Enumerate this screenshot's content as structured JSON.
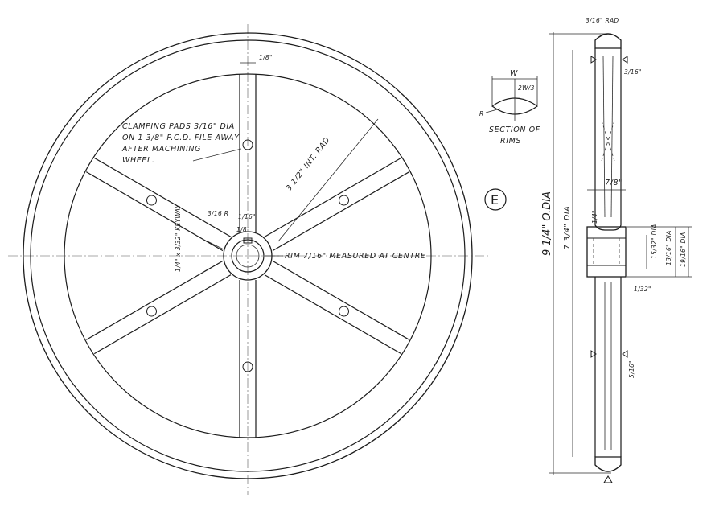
{
  "drawing": {
    "clamping_note": [
      "CLAMPING PADS 3/16\" DIA",
      "ON 1 3/8\" P.C.D. FILE AWAY",
      "AFTER MACHINING",
      "WHEEL."
    ],
    "rim_note": "RIM 7/16\" MEASURED AT CENTRE",
    "int_rad": "3 1/2\" INT. RAD",
    "spoke_top_dim": "1/8\"",
    "spoke_root_rad": "3/16 R",
    "hub_rad_small": "1/16\"",
    "hub_dim_small": "1/8\"",
    "keyway_note": "1/4\" x 3/32\" KEYWAY",
    "section_label_w": "W",
    "section_label_2w3": "2W/3",
    "section_label_r": "R",
    "section_caption": [
      "SECTION OF",
      "RIMS"
    ],
    "view_letter": "E",
    "od_label": "9 1/4\" O.DIA",
    "inner_dia_label": "7 3/4\" DIA",
    "top_rad": "3/16\" RAD",
    "right_top_dim": "3/16\"",
    "rim_width_label": "7/8\"",
    "hub_dim_left": "1/4\"",
    "hub_dia_1": "15/32\" DIA",
    "hub_dia_2": "13/16\" DIA",
    "hub_dia_3": "19/16\" DIA",
    "boss_dim": "1/32\"",
    "rim_depth": "5/16\""
  }
}
